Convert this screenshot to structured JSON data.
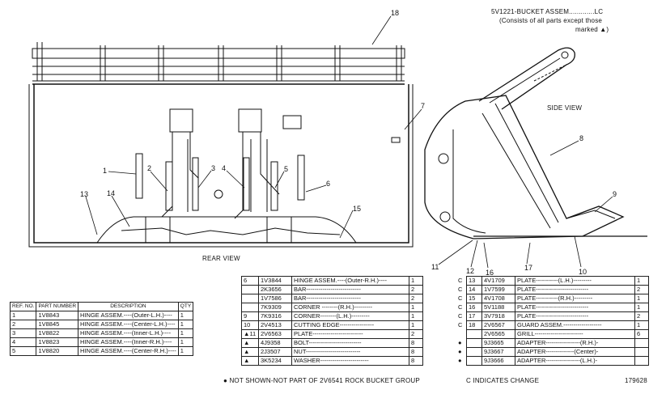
{
  "header": {
    "assembly": "5V1221-BUCKET ASSEM.............LC",
    "consists": "(Consists of all parts except those",
    "marked": "marked ▲)"
  },
  "views": {
    "rear": "REAR VIEW",
    "side": "SIDE VIEW"
  },
  "callouts": [
    "1",
    "2",
    "3",
    "4",
    "5",
    "6",
    "7",
    "8",
    "9",
    "10",
    "11",
    "12",
    "13",
    "14",
    "15",
    "16",
    "17",
    "18"
  ],
  "table_left": {
    "headers": {
      "ref": "REF. NO.",
      "part": "PART NUMBER",
      "desc": "DESCRIPTION",
      "qty": "QTY"
    },
    "rows": [
      {
        "ref": "1",
        "part": "1V8843",
        "desc": "HINGE ASSEM.----(Outer-L.H.)----",
        "qty": "1"
      },
      {
        "ref": "2",
        "part": "1V8845",
        "desc": "HINGE ASSEM.----(Center-L.H.)----",
        "qty": "1"
      },
      {
        "ref": "3",
        "part": "1V8822",
        "desc": "HINGE ASSEM.----(Inner-L.H.)----",
        "qty": "1"
      },
      {
        "ref": "4",
        "part": "1V8823",
        "desc": "HINGE ASSEM.----(Inner-R.H.)----",
        "qty": "1"
      },
      {
        "ref": "5",
        "part": "1V8820",
        "desc": "HINGE ASSEM.----(Center-R.H.)----",
        "qty": "1"
      }
    ]
  },
  "table_mid": {
    "rows": [
      {
        "ref": "6",
        "mark": "",
        "part": "1V3844",
        "desc": "HINGE ASSEM.----(Outer-R.H.)----",
        "qty": "1"
      },
      {
        "ref": "",
        "mark": "",
        "part": "2K3656",
        "desc": "BAR---------------------------",
        "qty": "2"
      },
      {
        "ref": "",
        "mark": "",
        "part": "1V7586",
        "desc": "BAR---------------------------",
        "qty": "2"
      },
      {
        "ref": "",
        "mark": "",
        "part": "7K9309",
        "desc": "CORNER --------(R.H.)---------",
        "qty": "1"
      },
      {
        "ref": "9",
        "mark": "",
        "part": "7K9316",
        "desc": "CORNER--------(L.H.)---------",
        "qty": "1"
      },
      {
        "ref": "10",
        "mark": "",
        "part": "2V4513",
        "desc": "CUTTING EDGE-----------------",
        "qty": "1"
      },
      {
        "ref": "11",
        "mark": "▲",
        "part": "2V6563",
        "desc": "PLATE-------------------------",
        "qty": "2"
      },
      {
        "ref": "",
        "mark": "▲",
        "part": "4J9358",
        "desc": "BOLT--------------------------",
        "qty": "8"
      },
      {
        "ref": "",
        "mark": "▲",
        "part": "2J3507",
        "desc": "NUT---------------------------",
        "qty": "8"
      },
      {
        "ref": "",
        "mark": "▲",
        "part": "3K5234",
        "desc": "WASHER------------------------",
        "qty": "8"
      }
    ]
  },
  "table_right": {
    "rows": [
      {
        "c": "C",
        "ref": "13",
        "part": "4V1709",
        "desc": "PLATE-----------(L.H.)---------",
        "qty": "1"
      },
      {
        "c": "C",
        "ref": "14",
        "part": "1V7599",
        "desc": "PLATE--------------------------",
        "qty": "2"
      },
      {
        "c": "C",
        "ref": "15",
        "part": "4V1708",
        "desc": "PLATE-----------(R.H.)---------",
        "qty": "1"
      },
      {
        "c": "C",
        "ref": "16",
        "part": "5V1188",
        "desc": "PLATE--------------------------",
        "qty": "1"
      },
      {
        "c": "C",
        "ref": "17",
        "part": "3V7918",
        "desc": "PLATE--------------------------",
        "qty": "2"
      },
      {
        "c": "C",
        "ref": "18",
        "part": "2V6567",
        "desc": "GUARD ASSEM.-------------------",
        "qty": "1"
      },
      {
        "c": "",
        "ref": "",
        "part": "2V6565",
        "desc": "GRILL------------------------",
        "qty": "6"
      },
      {
        "c": "●",
        "ref": "",
        "part": "9J3665",
        "desc": "ADAPTER-----------------(R.H.)-",
        "qty": ""
      },
      {
        "c": "●",
        "ref": "",
        "part": "9J3667",
        "desc": "ADAPTER--------------(Center)-",
        "qty": ""
      },
      {
        "c": "●",
        "ref": "",
        "part": "9J3666",
        "desc": "ADAPTER-----------------(L.H.)-",
        "qty": ""
      }
    ]
  },
  "footer": {
    "not_shown": "● NOT SHOWN-NOT PART OF 2V6541 ROCK BUCKET GROUP",
    "change": "C INDICATES CHANGE",
    "drawing_no": "179628"
  }
}
